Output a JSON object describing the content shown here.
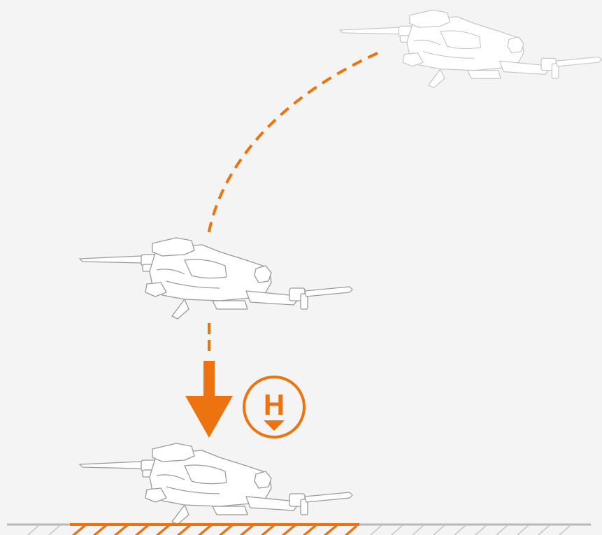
{
  "scene": {
    "accent_color": "#ec7310",
    "ground_color": "#b8b8b8",
    "background_color": "#f4f4f4",
    "drone_outline_color": "#9a9a9a"
  },
  "home_point_icon": {
    "letter": "H",
    "icon": "home-point-landing-icon"
  },
  "flight_path": {
    "icon": "dashed-arc-path"
  },
  "descent": {
    "icon": "down-arrow-icon"
  },
  "landing_zone": {
    "icon": "hatched-landing-zone"
  }
}
